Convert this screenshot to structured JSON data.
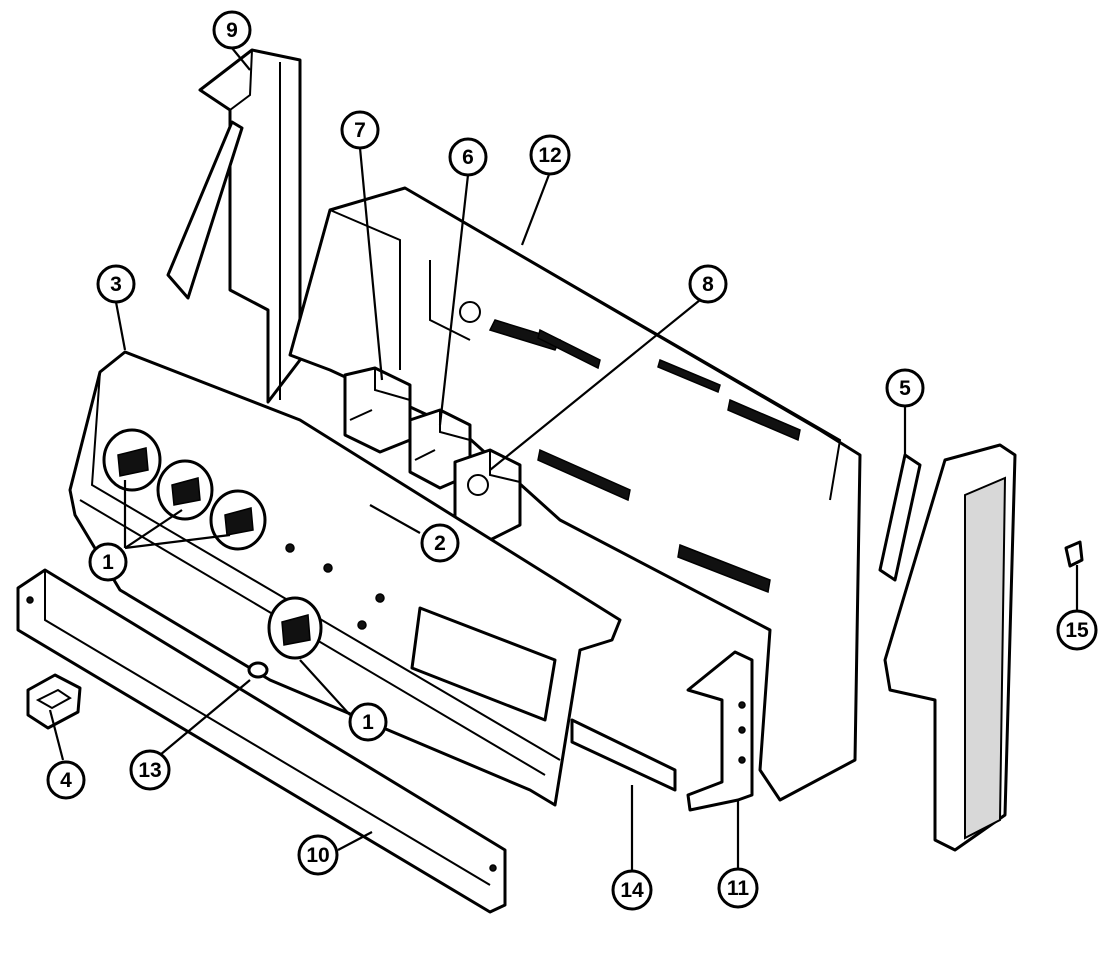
{
  "diagram": {
    "callouts": [
      {
        "id": "c1a",
        "label": "1"
      },
      {
        "id": "c1b",
        "label": "1"
      },
      {
        "id": "c2",
        "label": "2"
      },
      {
        "id": "c3",
        "label": "3"
      },
      {
        "id": "c4",
        "label": "4"
      },
      {
        "id": "c5",
        "label": "5"
      },
      {
        "id": "c6",
        "label": "6"
      },
      {
        "id": "c7",
        "label": "7"
      },
      {
        "id": "c8",
        "label": "8"
      },
      {
        "id": "c9",
        "label": "9"
      },
      {
        "id": "c10",
        "label": "10"
      },
      {
        "id": "c11",
        "label": "11"
      },
      {
        "id": "c12",
        "label": "12"
      },
      {
        "id": "c13",
        "label": "13"
      },
      {
        "id": "c14",
        "label": "14"
      },
      {
        "id": "c15",
        "label": "15"
      }
    ],
    "colors": {
      "line": "#000000",
      "background": "#ffffff"
    }
  }
}
